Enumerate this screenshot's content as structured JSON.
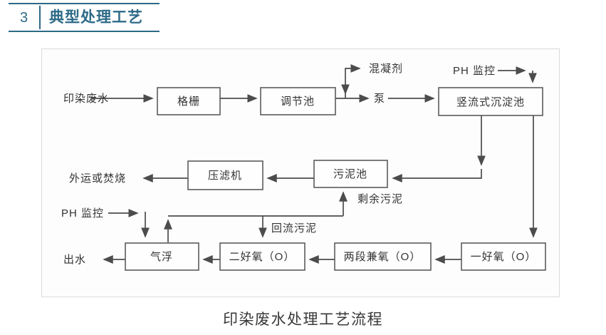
{
  "header": {
    "number": "3",
    "title": "典型处理工艺",
    "accent_color": "#2d6a88"
  },
  "diagram": {
    "line_color": "#4c4c4c",
    "boxes": [
      {
        "label": "格栅"
      },
      {
        "label": "调节池"
      },
      {
        "label": "竖流式沉淀池"
      },
      {
        "label": "压滤机"
      },
      {
        "label": "污泥池"
      },
      {
        "label": "气浮"
      },
      {
        "label": "二好氧（O）"
      },
      {
        "label": "两段兼氧（O）"
      },
      {
        "label": "一好氧（O）"
      }
    ],
    "labels": [
      {
        "text": "印染废水"
      },
      {
        "text": "混凝剂"
      },
      {
        "text": "泵"
      },
      {
        "text": "PH 监控"
      },
      {
        "text": "外运或焚烧"
      },
      {
        "text": "剩余污泥"
      },
      {
        "text": "回流污泥"
      },
      {
        "text": "PH 监控"
      },
      {
        "text": "出水"
      }
    ],
    "caption": "印染废水处理工艺流程"
  }
}
